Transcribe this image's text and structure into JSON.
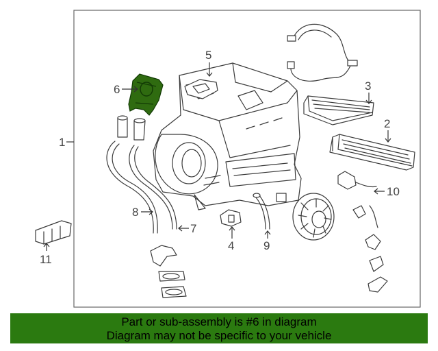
{
  "diagram": {
    "callouts": [
      {
        "id": "1",
        "label": "1"
      },
      {
        "id": "2",
        "label": "2"
      },
      {
        "id": "3",
        "label": "3"
      },
      {
        "id": "4",
        "label": "4"
      },
      {
        "id": "5",
        "label": "5"
      },
      {
        "id": "6",
        "label": "6"
      },
      {
        "id": "7",
        "label": "7"
      },
      {
        "id": "8",
        "label": "8"
      },
      {
        "id": "9",
        "label": "9"
      },
      {
        "id": "10",
        "label": "10"
      },
      {
        "id": "11",
        "label": "11"
      }
    ],
    "highlighted_part": "6",
    "highlight_color": "#2b7a10"
  },
  "banner": {
    "line1": "Part or sub-assembly is #6 in diagram",
    "line2": "Diagram may not be specific to your vehicle",
    "background": "#2b7a10"
  }
}
